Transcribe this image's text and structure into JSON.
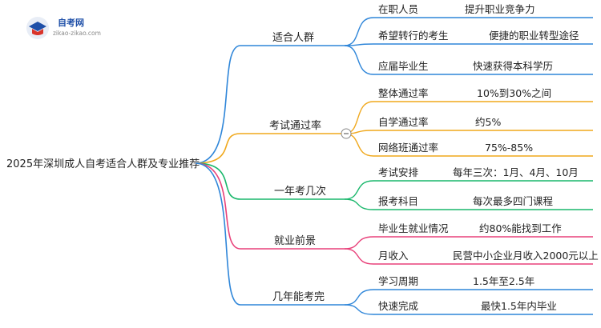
{
  "logo": {
    "title": "自考网",
    "subtitle": "zikao-zikao.com"
  },
  "root": "2025年深圳成人自考适合人群及专业推荐",
  "colors": {
    "branch": [
      "#2f86d9",
      "#f0a81c",
      "#18b76b",
      "#e8417a",
      "#2f86d9"
    ]
  },
  "branches": [
    {
      "label": "适合人群",
      "leaves": [
        {
          "key": "在职人员",
          "value": "提升职业竞争力"
        },
        {
          "key": "希望转行的考生",
          "value": "便捷的职业转型途径"
        },
        {
          "key": "应届毕业生",
          "value": "快速获得本科学历"
        }
      ]
    },
    {
      "label": "考试通过率",
      "leaves": [
        {
          "key": "整体通过率",
          "value": "10%到30%之间"
        },
        {
          "key": "自学通过率",
          "value": "约5%"
        },
        {
          "key": "网络班通过率",
          "value": "75%-85%"
        }
      ]
    },
    {
      "label": "一年考几次",
      "leaves": [
        {
          "key": "考试安排",
          "value": "每年三次：1月、4月、10月"
        },
        {
          "key": "报考科目",
          "value": "每次最多四门课程"
        }
      ]
    },
    {
      "label": "就业前景",
      "leaves": [
        {
          "key": "毕业生就业情况",
          "value": "约80%能找到工作"
        },
        {
          "key": "月收入",
          "value": "民营中小企业月收入2000元以上"
        }
      ]
    },
    {
      "label": "几年能考完",
      "leaves": [
        {
          "key": "学习周期",
          "value": "1.5年至2.5年"
        },
        {
          "key": "快速完成",
          "value": "最快1.5年内毕业"
        }
      ]
    }
  ]
}
